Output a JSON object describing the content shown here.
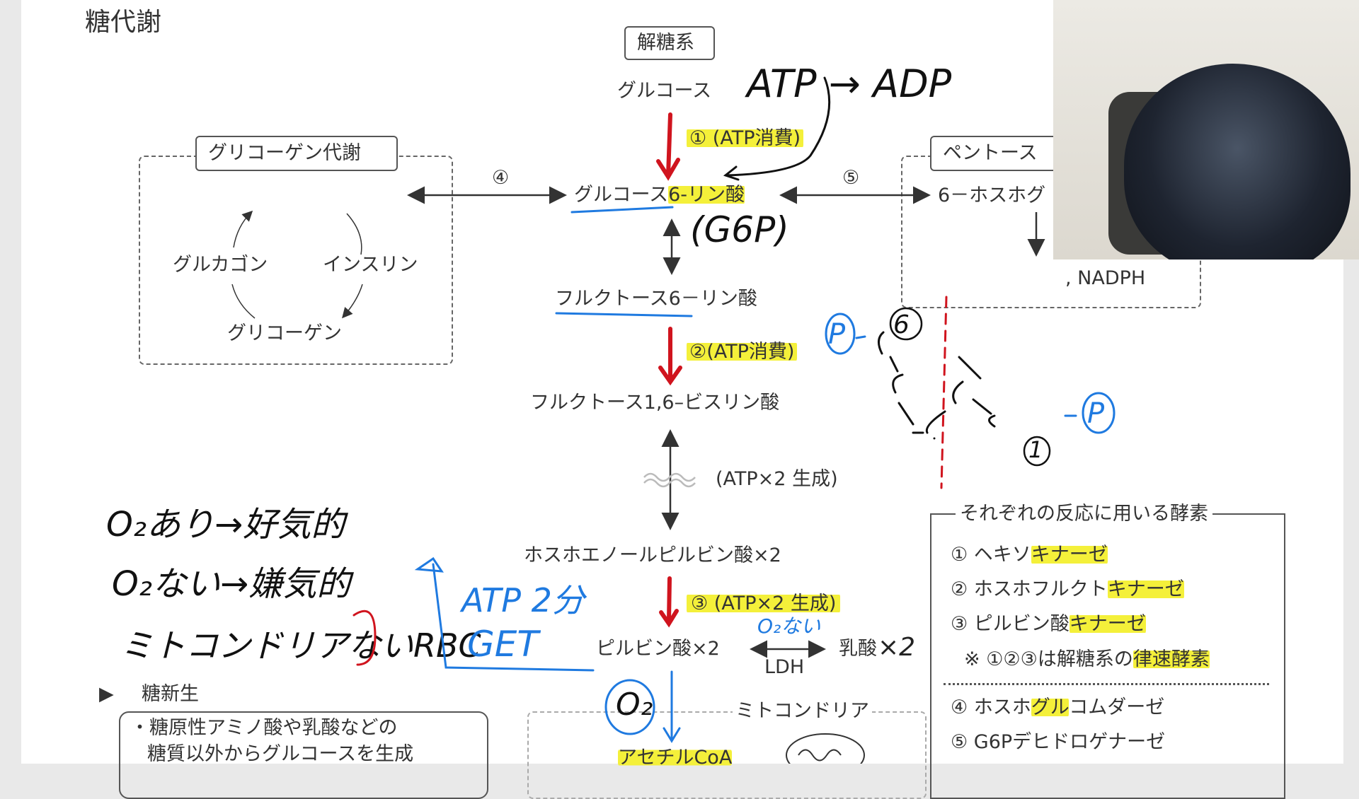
{
  "title": "糖代謝",
  "glycolysis_label": "解糖系",
  "pathway": {
    "glucose": "グルコース",
    "step1": "① (ATP消費)",
    "g6p_a": "グルコース",
    "g6p_b": "6-リン酸",
    "f6p": "フルクトース6－リン酸",
    "step2": "②(ATP消費)",
    "f16bp": "フルクトース1,6–ビスリン酸",
    "atp_gen": "(ATP×2 生成)",
    "pep": "ホスホエノールピルビン酸×2",
    "step3": "③ (ATP×2 生成)",
    "pyruvate": "ピルビン酸×2",
    "ldh": "LDH",
    "lactate": "乳酸",
    "mito": "ミトコンドリア",
    "acetylcoa": "アセチルCoA",
    "num4": "④",
    "num5": "⑤"
  },
  "glycogen": {
    "label": "グリコーゲン代謝",
    "glucagon": "グルカゴン",
    "insulin": "インスリン",
    "glycogen": "グリコーゲン"
  },
  "pentose": {
    "label": "ペントース",
    "item": "6－ホスホグ",
    "nadph": ", NADPH"
  },
  "enzymes": {
    "title": "それぞれの反応に用いる酵素",
    "items": [
      {
        "pre": "① ヘキソ",
        "hl": "キナーゼ",
        "post": ""
      },
      {
        "pre": "② ホスホフルクト",
        "hl": "キナーゼ",
        "post": ""
      },
      {
        "pre": "③ ピルビン酸",
        "hl": "キナーゼ",
        "post": ""
      },
      {
        "pre": "※ ①②③は解糖系の",
        "hl": "律速酵素",
        "post": ""
      },
      {
        "pre": "④ ホスホ",
        "hl": "グル",
        "post": "コムダーゼ"
      },
      {
        "pre": "⑤ G6Pデヒドロゲナーゼ",
        "hl": "",
        "post": ""
      }
    ]
  },
  "gluconeo": {
    "title": "糖新生",
    "line1": "・糖原性アミノ酸や乳酸などの",
    "line2": "糖質以外からグルコースを生成"
  },
  "handwriting": {
    "atp_adp": "ATP → ADP",
    "g6p": "(G6P)",
    "aerobic": "O₂あり→好気的",
    "anaerobic": "O₂ない→嫌気的",
    "rbc": "ミトコンドリアないRBC",
    "atp2": "ATP 2分",
    "get": "GET",
    "o2nai": "O₂ない",
    "x2": "×2",
    "o2": "O₂",
    "c6": "6",
    "c1": "1",
    "p": "P"
  },
  "colors": {
    "highlight": "#f4f03a",
    "red": "#d0141e",
    "blue": "#1f7ae0"
  }
}
